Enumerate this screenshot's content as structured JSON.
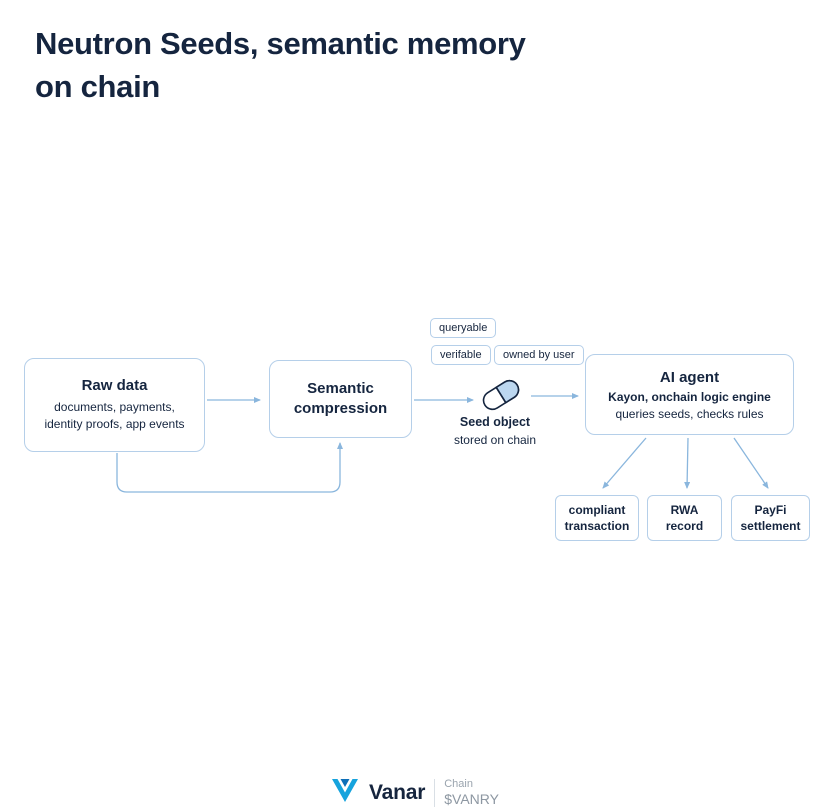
{
  "page": {
    "title_line1": "Neutron Seeds, semantic memory",
    "title_line2": "on chain"
  },
  "diagram": {
    "raw_data": {
      "title": "Raw data",
      "subtitle_line1": "documents, payments,",
      "subtitle_line2": "identity proofs, app events"
    },
    "semantic_compression": {
      "title_line1": "Semantic",
      "title_line2": "compression"
    },
    "seed_object": {
      "label": "Seed object",
      "sublabel": "stored on chain",
      "tags": [
        "queryable",
        "verifable",
        "owned by user"
      ]
    },
    "ai_agent": {
      "title": "AI agent",
      "subtitle": "Kayon, onchain logic engine",
      "description": "queries seeds, checks rules"
    },
    "outputs": [
      {
        "line1": "compliant",
        "line2": "transaction"
      },
      {
        "line1": "RWA",
        "line2": "record"
      },
      {
        "line1": "PayFi",
        "line2": "settlement"
      }
    ]
  },
  "footer": {
    "brand": "Vanar",
    "chain_label": "Chain",
    "ticker": "$VANRY"
  },
  "colors": {
    "title_text": "#15253f",
    "box_border": "#b5cfe9",
    "arrow": "#8ab6dd",
    "logo_blue": "#16a3dd",
    "logo_dark_blue": "#0d6fb8"
  }
}
